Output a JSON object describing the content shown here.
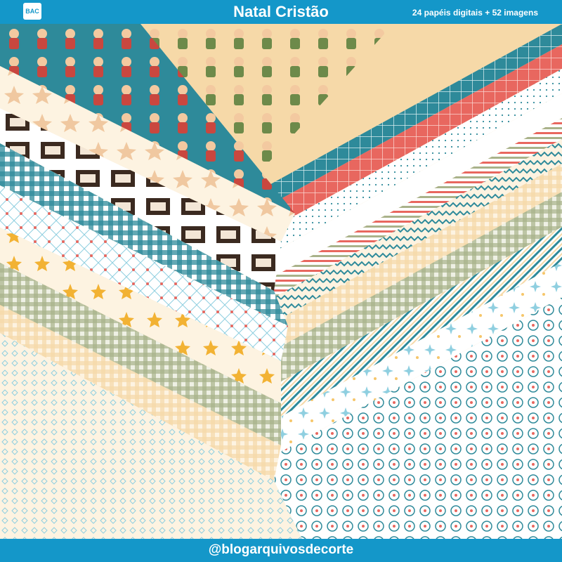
{
  "header": {
    "logo": "BAC",
    "title": "Natal Cristão",
    "subtitle": "24 papéis digitais + 52 imagens"
  },
  "footer": {
    "handle": "@blogarquivosdecorte"
  },
  "colors": {
    "brand": "#1497c9",
    "teal": "#2e8a9a",
    "coral": "#e8675f",
    "beige": "#f6d9a8",
    "sage": "#a9b28a",
    "cream": "#fdf3e1"
  }
}
